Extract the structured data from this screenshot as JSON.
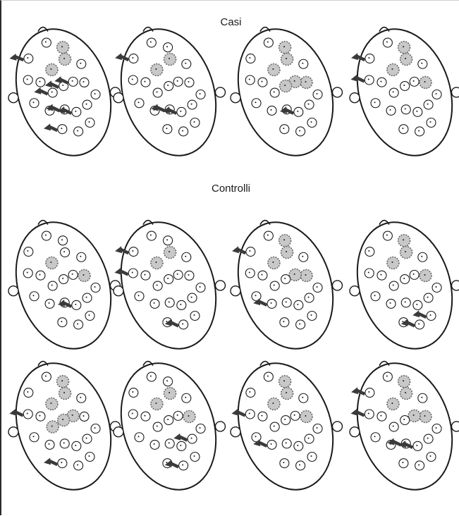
{
  "figure": {
    "sections": [
      {
        "id": "casi",
        "title": "Casi",
        "rows": 1
      },
      {
        "id": "controlli",
        "title": "Controlli",
        "rows": 2
      }
    ]
  },
  "maps": [
    {
      "group": "casi",
      "active": [
        2,
        3,
        4
      ],
      "arrows": [
        [
          1,
          "UL"
        ],
        [
          9,
          "L"
        ],
        [
          10,
          "L"
        ],
        [
          11,
          "L"
        ],
        [
          14,
          "L"
        ],
        [
          15,
          "L"
        ],
        [
          17,
          "L"
        ]
      ]
    },
    {
      "group": "casi",
      "active": [
        3,
        4
      ],
      "arrows": [
        [
          1,
          "L"
        ],
        [
          14,
          "L"
        ],
        [
          15,
          "L"
        ]
      ]
    },
    {
      "group": "casi",
      "active": [
        2,
        3,
        4,
        8,
        9,
        10
      ],
      "arrows": [
        [
          15,
          "L"
        ]
      ]
    },
    {
      "group": "casi",
      "active": [
        2,
        3,
        4,
        8
      ],
      "arrows": [
        [
          1,
          "L"
        ],
        [
          5,
          "L"
        ]
      ]
    },
    {
      "group": "controlli",
      "active": [
        3,
        8
      ],
      "arrows": [
        [
          15,
          "L"
        ]
      ]
    },
    {
      "group": "controlli",
      "active": [
        3,
        4
      ],
      "arrows": [
        [
          1,
          "L"
        ],
        [
          5,
          "L"
        ],
        [
          18,
          "L"
        ]
      ]
    },
    {
      "group": "controlli",
      "active": [
        2,
        3,
        4,
        8,
        9
      ],
      "arrows": [
        [
          1,
          "L"
        ],
        [
          13,
          "L"
        ]
      ]
    },
    {
      "group": "controlli",
      "active": [
        2,
        3,
        4,
        8
      ],
      "arrows": [
        [
          18,
          "L"
        ],
        [
          19,
          "L"
        ]
      ]
    },
    {
      "group": "controlli",
      "active": [
        2,
        3,
        4,
        9,
        10,
        11
      ],
      "arrows": [
        [
          5,
          "L"
        ],
        [
          17,
          "L"
        ]
      ]
    },
    {
      "group": "controlli",
      "active": [
        3,
        4,
        8
      ],
      "arrows": [
        [
          16,
          "L"
        ],
        [
          18,
          "L"
        ]
      ]
    },
    {
      "group": "controlli",
      "active": [
        2,
        3,
        4,
        8
      ],
      "arrows": [
        [
          5,
          "L"
        ],
        [
          13,
          "L"
        ]
      ]
    },
    {
      "group": "controlli",
      "active": [
        2,
        3,
        4,
        8,
        9
      ],
      "arrows": [
        [
          1,
          "L"
        ],
        [
          5,
          "L"
        ],
        [
          14,
          "L"
        ],
        [
          15,
          "L"
        ]
      ]
    }
  ],
  "colors": {
    "outline": "#1a1a1a",
    "active_fill": "#c8c8c8",
    "active_ring": "#6a6a6a",
    "arrow": "#3a3a3a",
    "electrode_fill": "#ffffff"
  }
}
